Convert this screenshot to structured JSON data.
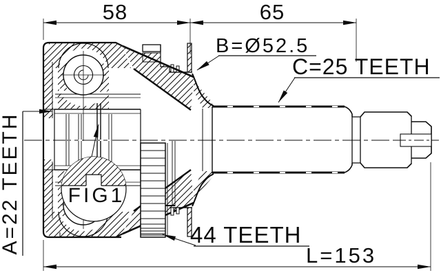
{
  "drawing": {
    "dimensions": {
      "top_left_width": "58",
      "top_right_width": "65",
      "overall_length": "L=153"
    },
    "labels": {
      "outer_diameter": "B=Ø52.5",
      "shaft_spline": "C=25 TEETH",
      "inner_spline": "A=22 TEETH",
      "abs_ring": "44 TEETH",
      "detail_callout": "FIG1"
    },
    "colors": {
      "line": "#0c0c0c",
      "background": "#ffffff"
    }
  }
}
